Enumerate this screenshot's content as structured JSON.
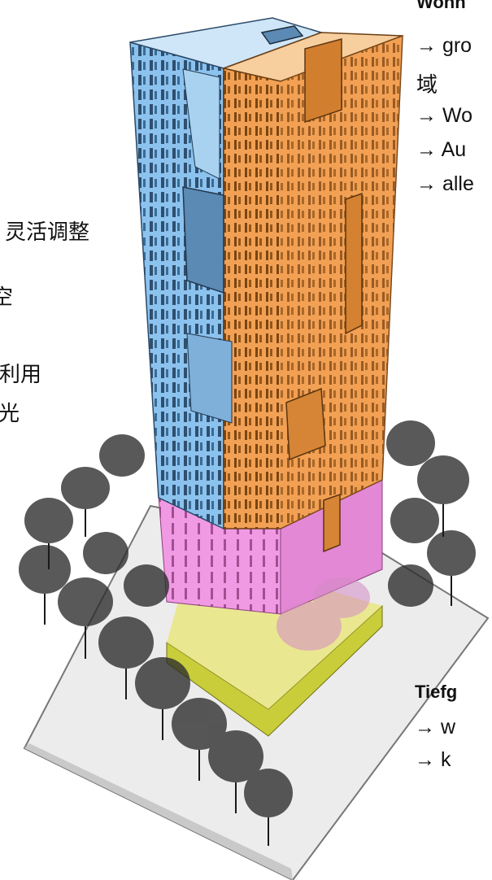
{
  "colors": {
    "residential": "#8cc2ee",
    "office": "#f2a154",
    "commercial": "#f19ae4",
    "parking": "#c9cd3a",
    "ground": "#ececec",
    "trees": "#2b2b2b"
  },
  "left_notes": {
    "line1": "灵活调整",
    "line2": "空",
    "line3": "利用",
    "line4": "光"
  },
  "top_right": {
    "heading": "Wohn",
    "items": [
      "→ gro",
      "域",
      "→ Wo",
      "→ Au",
      "→ alle"
    ]
  },
  "bottom_right": {
    "heading": "Tiefg",
    "items": [
      "→ w",
      "→ k"
    ]
  }
}
